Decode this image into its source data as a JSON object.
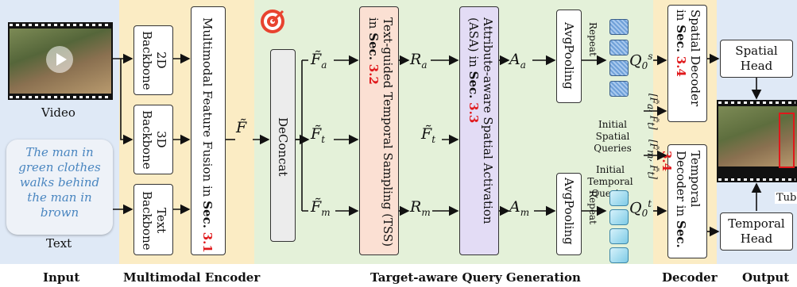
{
  "regions": {
    "input_color": "#dfe9f6",
    "encoder_color": "#fbecc4",
    "query_gen_color": "#e4f1d9",
    "decoder_color": "#fbecc4",
    "output_color": "#dfe9f6"
  },
  "input": {
    "video_label": "Video",
    "text_query": "The man in green clothes walks behind the man in brown",
    "text_label": "Text"
  },
  "encoder": {
    "backbone_2d": "2D Backbone",
    "backbone_3d": "3D Backbone",
    "backbone_text": "Text Backbone",
    "fusion_prefix": "Multimodal Feature Fusion in",
    "fusion_sec": "Sec.",
    "fusion_num": "3.1"
  },
  "query_gen": {
    "deconcat": "DeConcat",
    "tss_prefix": "Text-guided Temporal Sampling (TSS) in",
    "tss_sec": "Sec.",
    "tss_num": "3.2",
    "asa_prefix": "Attribute-aware Spatial Activation (ASA) in",
    "asa_sec": "Sec.",
    "asa_num": "3.3",
    "avgpool_top": "AvgPooling",
    "avgpool_bottom": "AvgPooling",
    "repeat_top": "Repeat",
    "repeat_bottom": "Repeat",
    "spatial_queries_caption": "Initial Spatial Queries",
    "temporal_queries_caption": "Initial Temporal Queries"
  },
  "decoder": {
    "spatial_prefix": "Spatial Decoder in",
    "spatial_sec": "Sec.",
    "spatial_num": "3.4",
    "temporal_prefix": "Temporal Decoder in",
    "temporal_sec": "Sec.",
    "temporal_num": "3.4"
  },
  "output": {
    "spatial_head": "Spatial Head",
    "temporal_head": "Temporal Head",
    "tube_label": "Tube"
  },
  "bottom_labels": {
    "input": "Input",
    "encoder": "Multimodal Encoder",
    "query_gen": "Target-aware Query Generation",
    "decoder": "Decoder",
    "output": "Output"
  }
}
